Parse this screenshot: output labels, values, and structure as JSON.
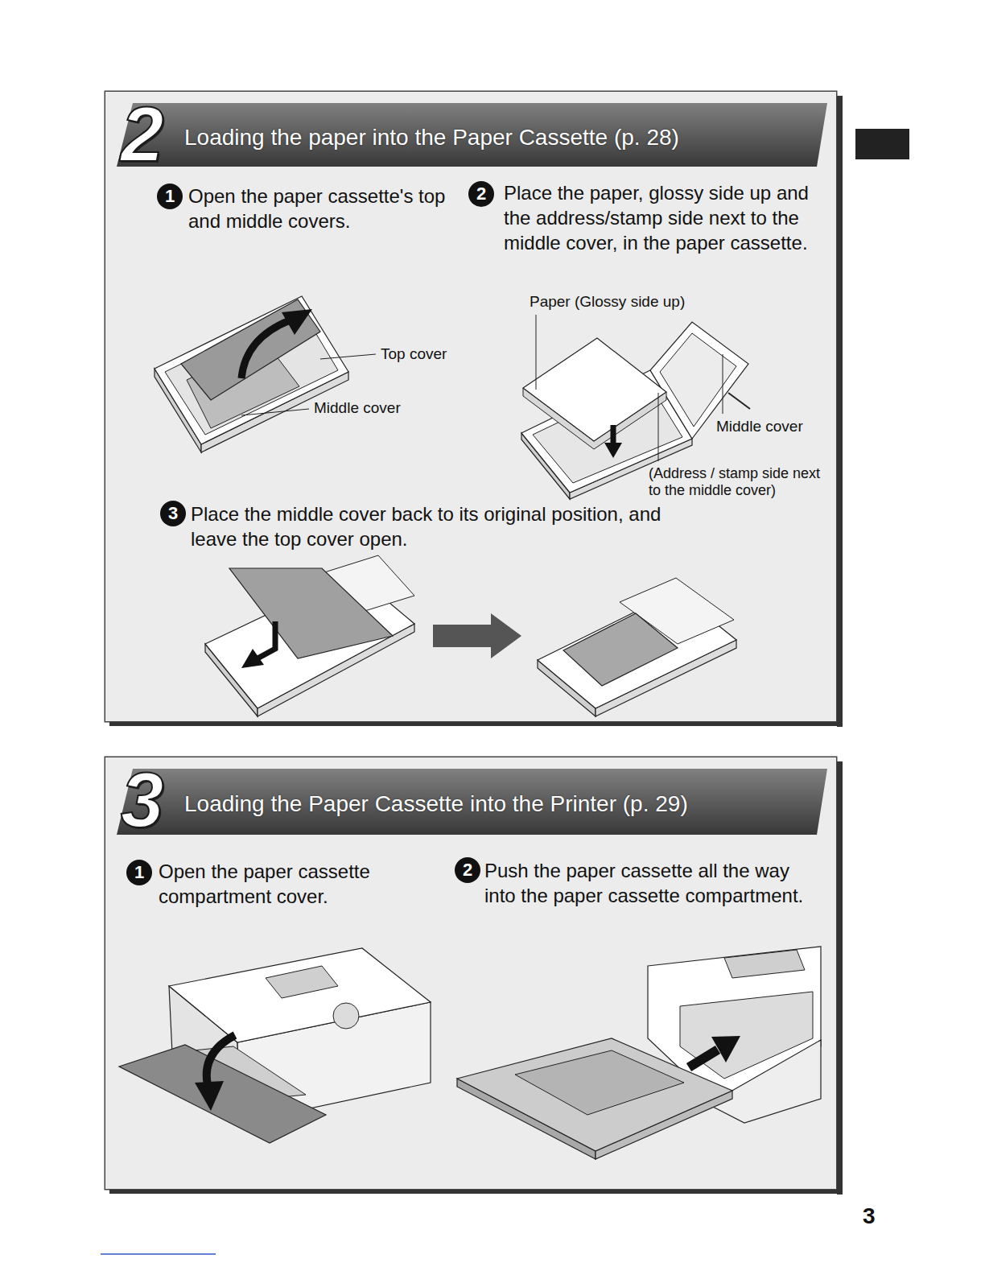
{
  "diagram": {
    "nodes": [
      {
        "text": [
          "Loading the paper into the Paper Cassette (p. 28)"
        ]
      },
      {
        "text": [
          "1"
        ],
        "in": 0
      },
      {
        "text": [
          "2"
        ],
        "in": 0
      },
      {
        "text": [
          "3"
        ],
        "in": 0
      },
      {
        "text": [
          "Loading the Paper Cassette into the Printer (p. 29)"
        ]
      },
      {
        "text": [
          "1"
        ],
        "in": 4
      },
      {
        "text": [
          "2"
        ],
        "in": 4
      }
    ],
    "labels": [
      "2",
      "Open the paper cassette's top and middle covers.",
      "Place the paper, glossy side up and the address/stamp side next to the middle cover, in the paper cassette.",
      "Paper (Glossy side up)",
      "Top cover",
      "Middle cover",
      "Middle cover",
      "(Address / stamp side next to the middle cover)",
      "Place the middle cover back to its original position, and leave the top cover open.",
      "3",
      "Open the paper cassette compartment cover.",
      "Push the paper cassette all the way into the paper cassette compartment.",
      "3"
    ]
  }
}
